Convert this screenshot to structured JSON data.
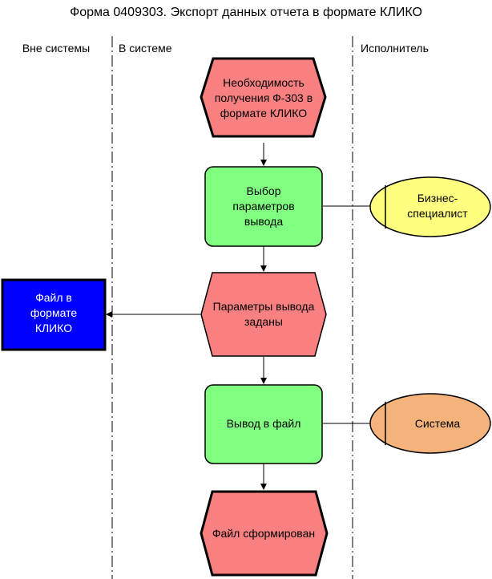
{
  "title": "Форма 0409303. Экспорт данных отчета в формате КЛИКО",
  "lanes": {
    "outside": "Вне системы",
    "inside": "В системе",
    "performer": "Исполнитель"
  },
  "nodes": {
    "start_event": [
      "Необходимость",
      "получения Ф-303 в",
      "формате КЛИКО"
    ],
    "select_params": [
      "Выбор",
      "параметров",
      "вывода"
    ],
    "params_set_event": [
      "Параметры вывода",
      "заданы"
    ],
    "output_to_file": [
      "Вывод в файл"
    ],
    "file_formed_event": [
      "Файл сформирован"
    ],
    "file_klico": [
      "Файл в",
      "формате",
      "КЛИКО"
    ],
    "role_business": [
      "Бизнес-",
      "специалист"
    ],
    "role_system": [
      "Система"
    ]
  },
  "colors": {
    "event": "#f88080",
    "function": "#80ff80",
    "document": "#0000ff",
    "role_business": "#ffff80",
    "role_system": "#f4b37a",
    "stroke": "#000000"
  }
}
